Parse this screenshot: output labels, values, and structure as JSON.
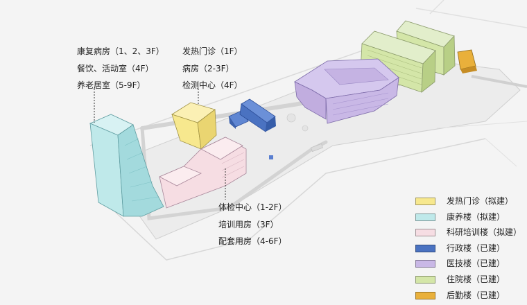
{
  "callouts": {
    "kangyang": [
      "康复病房（1、2、3F）",
      "餐饮、活动室（4F）",
      "养老居室（5-9F）"
    ],
    "fever": [
      "发热门诊（1F）",
      "病房（2-3F）",
      "检测中心（4F）"
    ],
    "research": [
      "体检中心（1-2F）",
      "培训用房（3F）",
      "配套用房（4-6F）"
    ]
  },
  "legend": [
    {
      "label": "发热门诊（拟建）",
      "color": "#f7e88e"
    },
    {
      "label": "康养楼（拟建）",
      "color": "#bfe9ea"
    },
    {
      "label": "科研培训楼（拟建）",
      "color": "#f6dde3"
    },
    {
      "label": "行政楼（已建）",
      "color": "#4a72c1"
    },
    {
      "label": "医技楼（已建）",
      "color": "#c9b8e6"
    },
    {
      "label": "住院楼（已建）",
      "color": "#d4e6a8"
    },
    {
      "label": "后勤楼（已建）",
      "color": "#e9b03b"
    }
  ]
}
